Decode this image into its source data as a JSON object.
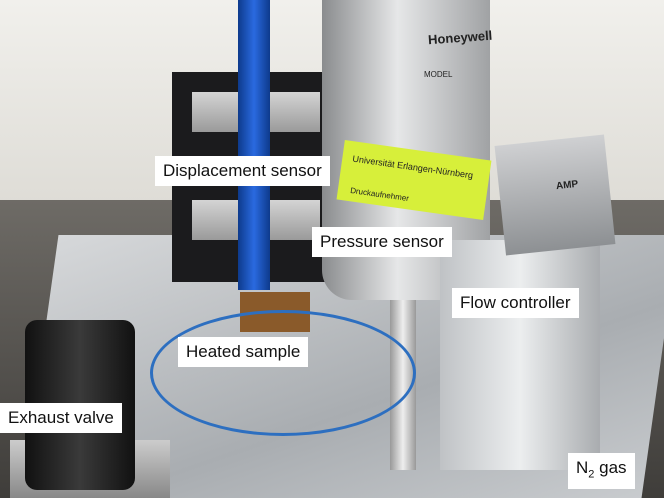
{
  "labels": {
    "displacement_sensor": "Displacement sensor",
    "pressure_sensor": "Pressure sensor",
    "flow_controller": "Flow controller",
    "heated_sample": "Heated sample",
    "exhaust_valve": "Exhaust valve",
    "n2_gas_main": "N",
    "n2_gas_sub": "2",
    "n2_gas_rest": " gas"
  },
  "photo_text": [
    "Honeywell",
    "MODEL",
    "Universität Erlangen-Nürnberg",
    "Druckaufnehmer",
    "AMP"
  ]
}
